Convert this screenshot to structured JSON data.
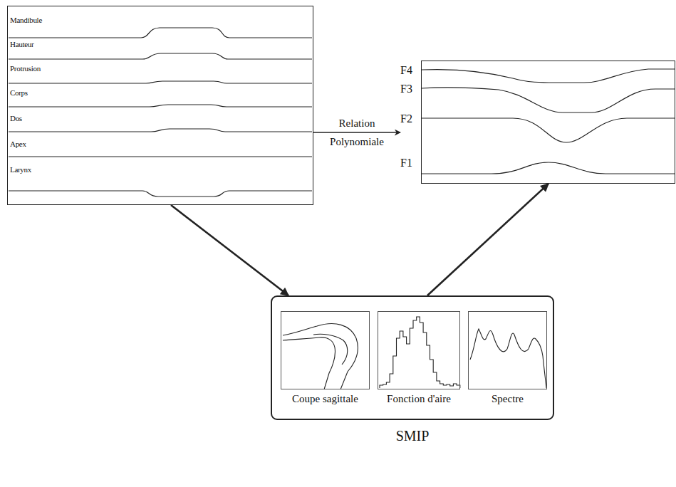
{
  "diagram": {
    "nodes": [
      {
        "text": [
          "Mandibule",
          "Hauteur",
          "Protrusion",
          "Corps",
          "Dos",
          "Apex",
          "Larynx"
        ]
      },
      {
        "text": [
          "F4",
          "F3",
          "F2",
          "F1"
        ]
      },
      {
        "text": [
          "SMIP"
        ]
      },
      {
        "text": [
          "Coupe sagittale"
        ],
        "in": 2
      },
      {
        "text": [
          "Fonction d'aire"
        ],
        "in": 2
      },
      {
        "text": [
          "Spectre"
        ],
        "in": 2
      }
    ],
    "edges": [
      {
        "from": 0,
        "to": 1,
        "label": "Relation Polynomiale",
        "arrow": "to"
      },
      {
        "from": 0,
        "to": 2,
        "arrow": "to"
      },
      {
        "from": 2,
        "to": 1,
        "arrow": "to"
      }
    ]
  }
}
